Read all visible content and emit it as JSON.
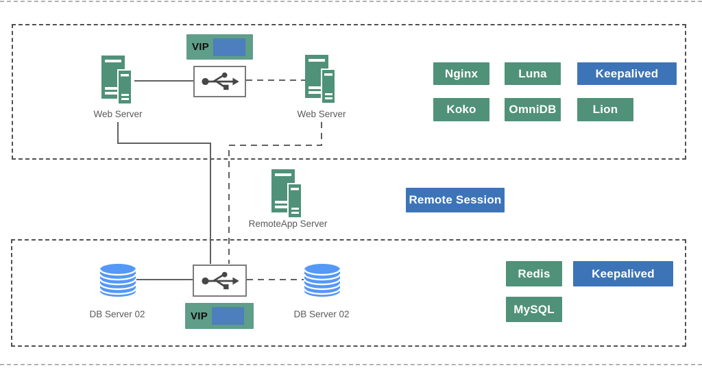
{
  "colors": {
    "green": "#4f9179",
    "blue": "#3d74b8",
    "vip_green": "#5f9e89",
    "vip_blue": "#4d7ebd",
    "db_blue": "#5598f6",
    "line": "#5f5f5f",
    "box_dash": "#4f4f4f",
    "outer_dash": "#979797",
    "label": "#595959",
    "switch_border": "#7a7a7a",
    "glyph": "#474747"
  },
  "web_tier": {
    "left_server_label": "Web Server",
    "right_server_label": "Web Server",
    "vip_label": "VIP",
    "badges": [
      {
        "label": "Nginx",
        "variant": "green"
      },
      {
        "label": "Luna",
        "variant": "green"
      },
      {
        "label": "Keepalived",
        "variant": "blue"
      },
      {
        "label": "Koko",
        "variant": "green"
      },
      {
        "label": "OmniDB",
        "variant": "green"
      },
      {
        "label": "Lion",
        "variant": "green"
      }
    ]
  },
  "remote": {
    "server_label": "RemoteApp Server",
    "session_badge": {
      "label": "Remote Session",
      "variant": "blue"
    }
  },
  "db_tier": {
    "left_db_label": "DB Server 02",
    "right_db_label": "DB Server 02",
    "vip_label": "VIP",
    "badges": [
      {
        "label": "Redis",
        "variant": "green"
      },
      {
        "label": "Keepalived",
        "variant": "blue"
      },
      {
        "label": "MySQL",
        "variant": "green"
      }
    ]
  }
}
